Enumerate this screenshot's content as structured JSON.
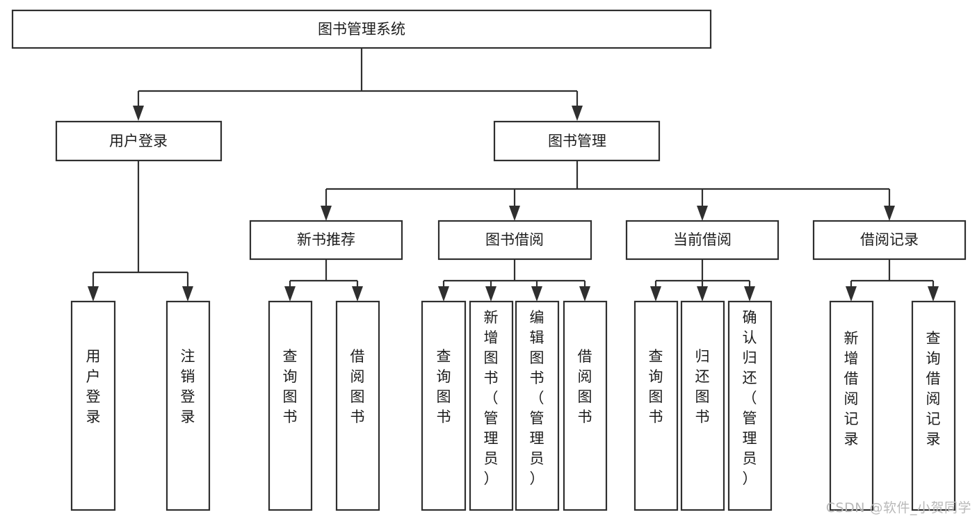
{
  "diagram": {
    "title": "图书管理系统",
    "type": "tree-hierarchy-diagram",
    "watermark": "CSDN @软件_小贺同学",
    "colors": {
      "box_stroke": "#2f2f2f",
      "box_fill": "#ffffff",
      "text": "#1c1c1c",
      "background": "#ffffff",
      "watermark": "#b9b9b9"
    },
    "nodes": {
      "root": {
        "label": "图书管理系统",
        "orientation": "horizontal"
      },
      "level2": [
        {
          "label": "用户登录",
          "orientation": "horizontal"
        },
        {
          "label": "图书管理",
          "orientation": "horizontal"
        }
      ],
      "level3": [
        {
          "label": "新书推荐",
          "orientation": "horizontal"
        },
        {
          "label": "图书借阅",
          "orientation": "horizontal"
        },
        {
          "label": "当前借阅",
          "orientation": "horizontal"
        },
        {
          "label": "借阅记录",
          "orientation": "horizontal"
        }
      ],
      "leaves_user_login": [
        {
          "label": "用户登录",
          "orientation": "vertical"
        },
        {
          "label": "注销登录",
          "orientation": "vertical"
        }
      ],
      "leaves_new_book": [
        {
          "label": "查询图书",
          "orientation": "vertical"
        },
        {
          "label": "借阅图书",
          "orientation": "vertical"
        }
      ],
      "leaves_book_borrow": [
        {
          "label": "查询图书",
          "orientation": "vertical"
        },
        {
          "label": "新增图书（管理员）",
          "orientation": "vertical"
        },
        {
          "label": "编辑图书（管理员）",
          "orientation": "vertical"
        },
        {
          "label": "借阅图书",
          "orientation": "vertical"
        }
      ],
      "leaves_current_borrow": [
        {
          "label": "查询图书",
          "orientation": "vertical"
        },
        {
          "label": "归还图书",
          "orientation": "vertical"
        },
        {
          "label": "确认归还（管理员）",
          "orientation": "vertical"
        }
      ],
      "leaves_borrow_record": [
        {
          "label": "新增借阅记录",
          "orientation": "vertical"
        },
        {
          "label": "查询借阅记录",
          "orientation": "vertical"
        }
      ]
    }
  }
}
